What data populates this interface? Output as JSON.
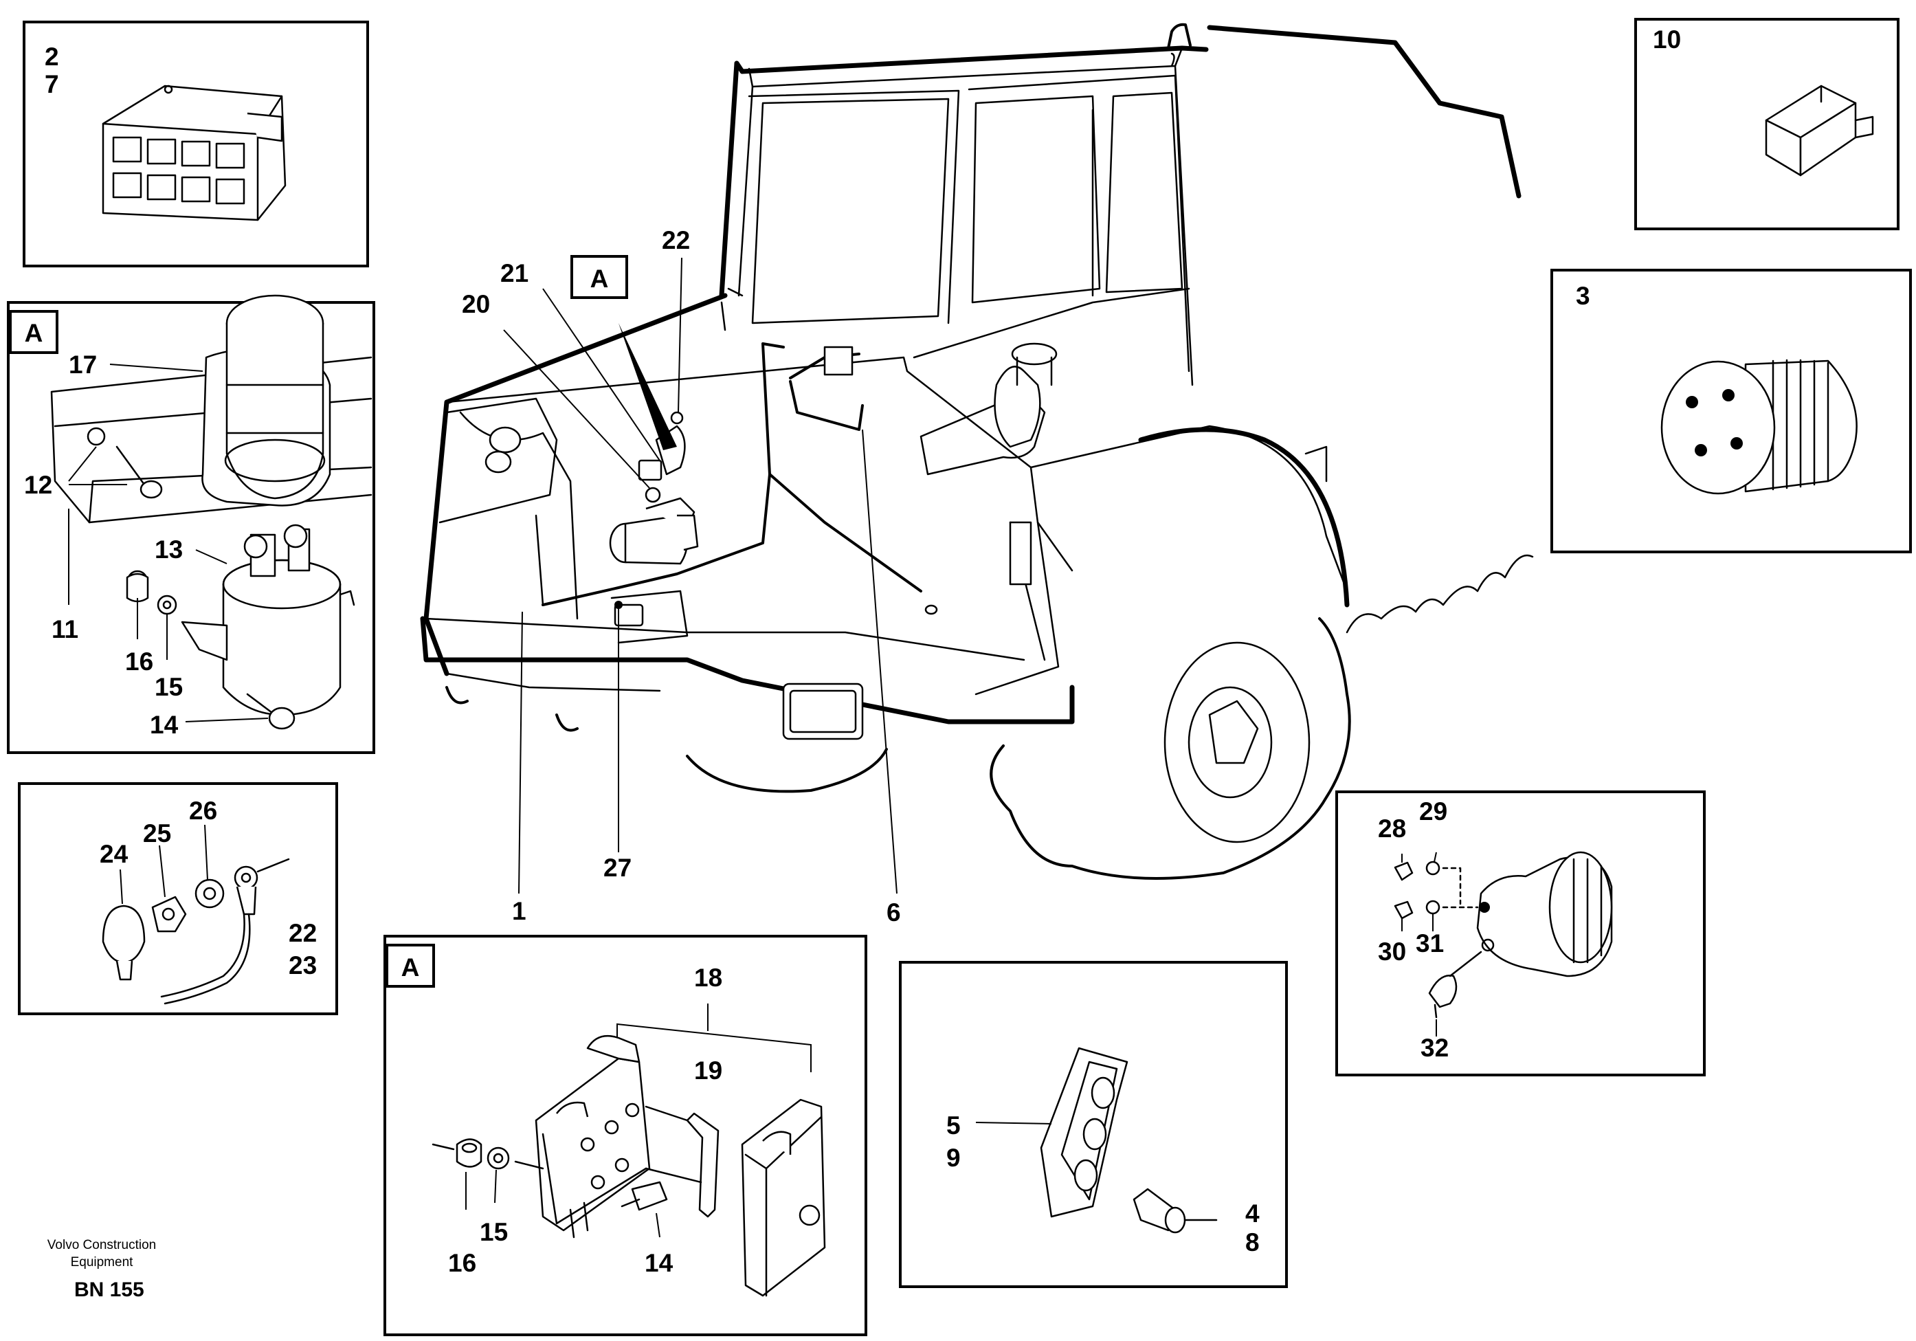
{
  "labels": {
    "l_2": "2",
    "l_7": "7",
    "l_10": "10",
    "l_3": "3",
    "l_A_left": "A",
    "l_A_top": "A",
    "l_A_bottom": "A",
    "l_17": "17",
    "l_12": "12",
    "l_13": "13",
    "l_11": "11",
    "l_16_left": "16",
    "l_15_left": "15",
    "l_14_left": "14",
    "l_20": "20",
    "l_21": "21",
    "l_22_top": "22",
    "l_1": "1",
    "l_27": "27",
    "l_6": "6",
    "l_24": "24",
    "l_25": "25",
    "l_26": "26",
    "l_22_mid": "22",
    "l_23": "23",
    "l_18": "18",
    "l_19": "19",
    "l_16_bot": "16",
    "l_15_bot": "15",
    "l_14_bot": "14",
    "l_5": "5",
    "l_9": "9",
    "l_4": "4",
    "l_8": "8",
    "l_28": "28",
    "l_29": "29",
    "l_30": "30",
    "l_31": "31",
    "l_32": "32"
  },
  "footer": {
    "company_line1": "Volvo Construction",
    "company_line2": "Equipment",
    "code": "BN 155"
  }
}
